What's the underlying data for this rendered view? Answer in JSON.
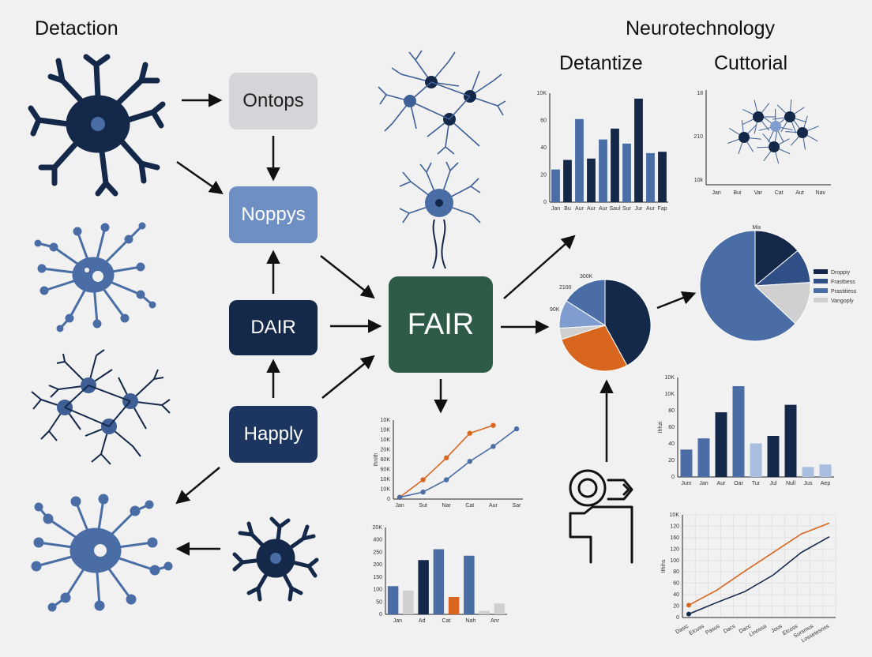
{
  "titles": {
    "left": "Detaction",
    "right": "Neurotechnology",
    "col1": "Detantize",
    "col2": "Cuttorial"
  },
  "boxes": {
    "ontops": "Ontops",
    "noppys": "Noppys",
    "dair": "DAIR",
    "happly": "Happly",
    "fair": "FAIR"
  },
  "colors": {
    "navy": "#14284a",
    "mid_blue": "#4a6da6",
    "light_blue": "#7f9dcf",
    "pale_blue": "#a9bde0",
    "orange": "#d9661f",
    "green": "#2e5b48",
    "gray_box": "#d3d5d8",
    "light_gray": "#d0d0d0"
  },
  "icons": [
    "neuron-icon",
    "person-presenting-icon",
    "arrow-icon"
  ],
  "chart_data": [
    {
      "id": "bar-top",
      "type": "bar",
      "y_ticks": [
        "0",
        "20",
        "40",
        "60",
        "10K"
      ],
      "categories": [
        "Jan",
        "Bu",
        "Aur",
        "Aur",
        "Aur",
        "Saul",
        "Sur",
        "Jur",
        "Aur",
        "Fap"
      ],
      "values": [
        24,
        31,
        61,
        32,
        46,
        54,
        43,
        76,
        36,
        37
      ],
      "value_colors": [
        "mid",
        "navy",
        "mid",
        "navy",
        "mid",
        "navy",
        "mid",
        "navy",
        "mid",
        "navy"
      ],
      "ylim": [
        0,
        80
      ]
    },
    {
      "id": "neuron-plot",
      "type": "scatter",
      "y_ticks": [
        "10k",
        "210",
        "18"
      ],
      "categories": [
        "Jan",
        "Bui",
        "Var",
        "Cat",
        "Aut",
        "Nav"
      ]
    },
    {
      "id": "pie-small",
      "type": "pie",
      "labels": [
        "300K",
        "2100",
        "90K"
      ],
      "values": [
        42,
        28,
        4,
        10,
        16
      ],
      "slice_colors": [
        "navy",
        "orange",
        "light_gray",
        "light_blue",
        "mid"
      ]
    },
    {
      "id": "pie-large",
      "type": "pie",
      "title": "Mix",
      "legend": [
        "Droppiy",
        "Frastbess",
        "Prastitiess",
        "Vangoply"
      ],
      "values": [
        14,
        10,
        13,
        63
      ],
      "slice_colors": [
        "navy",
        "mid_dark",
        "light_gray",
        "mid"
      ]
    },
    {
      "id": "line-mid",
      "type": "line",
      "y_ticks": [
        "0",
        "10K",
        "10K",
        "60K",
        "60K",
        "20K",
        "10K",
        "10K",
        "10K"
      ],
      "ylabel": "Ihnith",
      "categories": [
        "Jan",
        "Sut",
        "Nar",
        "Cat",
        "Aur",
        "Sar"
      ],
      "series": [
        {
          "color": "orange",
          "values": [
            2,
            22,
            47,
            75,
            84
          ]
        },
        {
          "color": "mid",
          "values": [
            2,
            8,
            22,
            43,
            60,
            80
          ]
        }
      ],
      "ylim": [
        0,
        90
      ]
    },
    {
      "id": "bar-bottom",
      "type": "bar",
      "y_ticks": [
        "0",
        "50",
        "100",
        "150",
        "200",
        "250",
        "400",
        "20K"
      ],
      "categories": [
        "Jan",
        "Ad",
        "Cat",
        "Nah",
        "Anr"
      ],
      "values": [
        65,
        55,
        125,
        150,
        40,
        135,
        8,
        25
      ],
      "value_colors": [
        "mid",
        "light_gray",
        "navy",
        "mid",
        "orange",
        "mid",
        "light_gray",
        "light_gray"
      ],
      "ylim": [
        0,
        200
      ]
    },
    {
      "id": "bar-right",
      "type": "bar",
      "ylabel": "Ihhzi",
      "y_ticks": [
        "0",
        "20",
        "40",
        "60",
        "80",
        "10K",
        "10K"
      ],
      "categories": [
        "Jum",
        "Jan",
        "Aur",
        "Oar",
        "Tur",
        "Jul",
        "Null",
        "Jus",
        "Aep"
      ],
      "values": [
        22,
        31,
        52,
        73,
        27,
        33,
        58,
        8,
        10
      ],
      "value_colors": [
        "mid",
        "mid",
        "navy",
        "mid",
        "pale",
        "navy",
        "navy",
        "pale",
        "pale"
      ],
      "ylim": [
        0,
        80
      ]
    },
    {
      "id": "line-right",
      "type": "line",
      "ylabel": "Ithihs",
      "y_ticks": [
        "0",
        "20",
        "40",
        "60",
        "80",
        "100",
        "120",
        "160",
        "120",
        "10K"
      ],
      "categories": [
        "Dasic",
        "Eicuss",
        "Pasus",
        "Dacs",
        "Dacc",
        "Linossa",
        "Jous",
        "Etcoss",
        "Sursmus",
        "Lossetesnss"
      ],
      "series": [
        {
          "color": "orange",
          "values": [
            18,
            40,
            68,
            95,
            122,
            138
          ]
        },
        {
          "color": "navy",
          "values": [
            5,
            22,
            38,
            62,
            95,
            118
          ]
        }
      ],
      "ylim": [
        0,
        150
      ]
    }
  ]
}
